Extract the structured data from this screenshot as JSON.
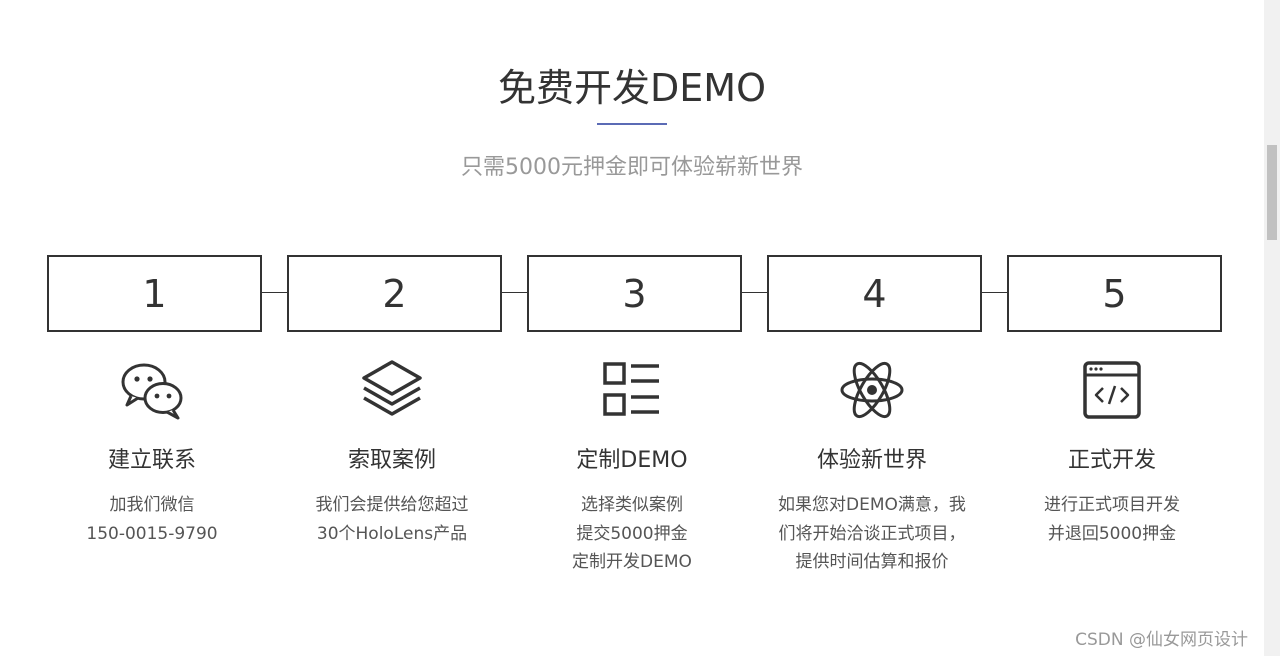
{
  "header": {
    "title": "免费开发DEMO",
    "subtitle": "只需5000元押金即可体验崭新世界",
    "accent_color": "#5b6bb5"
  },
  "steps": [
    {
      "number": "1",
      "icon": "wechat-icon",
      "title": "建立联系",
      "desc_lines": [
        "加我们微信",
        "150-0015-9790"
      ]
    },
    {
      "number": "2",
      "icon": "layers-icon",
      "title": "索取案例",
      "desc_lines": [
        "我们会提供给您超过",
        "30个HoloLens产品"
      ]
    },
    {
      "number": "3",
      "icon": "list-icon",
      "title": "定制DEMO",
      "desc_lines": [
        "选择类似案例",
        "提交5000押金",
        "定制开发DEMO"
      ]
    },
    {
      "number": "4",
      "icon": "atom-icon",
      "title": "体验新世界",
      "desc_lines": [
        "如果您对DEMO满意，我",
        "们将开始洽谈正式项目，",
        "提供时间估算和报价"
      ]
    },
    {
      "number": "5",
      "icon": "code-window-icon",
      "title": "正式开发",
      "desc_lines": [
        "进行正式项目开发",
        "并退回5000押金"
      ]
    }
  ],
  "watermark": "CSDN @仙女网页设计"
}
